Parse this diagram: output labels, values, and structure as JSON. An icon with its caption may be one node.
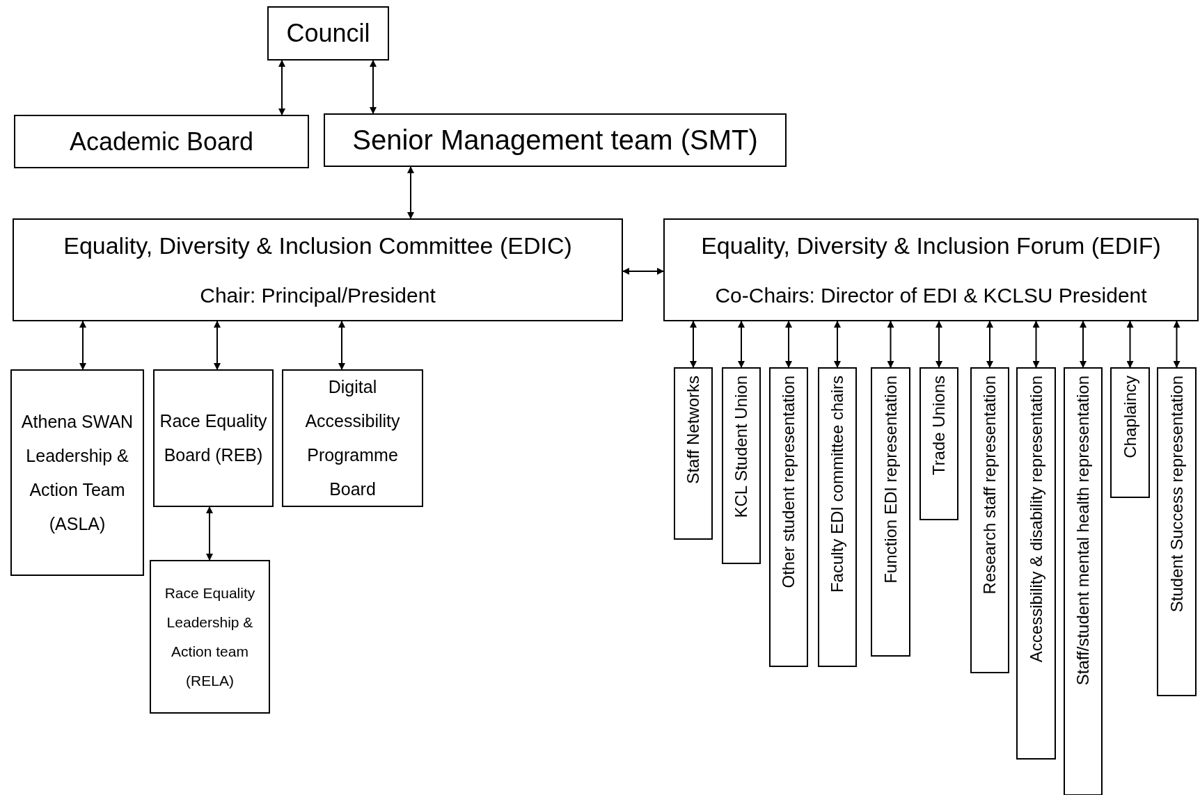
{
  "diagram": {
    "nodes": [
      {
        "text": [
          "Council"
        ]
      },
      {
        "text": [
          "Academic Board"
        ]
      },
      {
        "text": [
          "Senior Management team (SMT)"
        ]
      },
      {
        "text": [
          "Equality, Diversity & Inclusion Committee (EDIC)",
          "Chair: Principal/President"
        ]
      },
      {
        "text": [
          "Equality, Diversity & Inclusion Forum (EDIF)",
          "Co-Chairs: Director of EDI & KCLSU President"
        ]
      },
      {
        "text": [
          "Athena SWAN Leadership & Action Team (ASLA)"
        ]
      },
      {
        "text": [
          "Race Equality Board (REB)"
        ]
      },
      {
        "text": [
          "Digital Accessibility Programme Board"
        ]
      },
      {
        "text": [
          "Race Equality Leadership & Action team (RELA)"
        ]
      },
      {
        "text": [
          "Staff Networks"
        ]
      },
      {
        "text": [
          "KCL Student Union"
        ]
      },
      {
        "text": [
          "Other student representation"
        ]
      },
      {
        "text": [
          "Faculty EDI committee chairs"
        ]
      },
      {
        "text": [
          "Function EDI representation"
        ]
      },
      {
        "text": [
          "Trade Unions"
        ]
      },
      {
        "text": [
          "Research staff representation"
        ]
      },
      {
        "text": [
          "Accessibility & disability representation"
        ]
      },
      {
        "text": [
          "Staff/student mental health representation"
        ]
      },
      {
        "text": [
          "Chaplaincy"
        ]
      },
      {
        "text": [
          "Student Success representation"
        ]
      }
    ],
    "edges": [
      {
        "from": 0,
        "to": 1,
        "arrow": "both"
      },
      {
        "from": 0,
        "to": 2,
        "arrow": "both"
      },
      {
        "from": 2,
        "to": 3,
        "arrow": "both"
      },
      {
        "from": 3,
        "to": 4,
        "arrow": "both"
      },
      {
        "from": 3,
        "to": 5,
        "arrow": "both"
      },
      {
        "from": 3,
        "to": 6,
        "arrow": "both"
      },
      {
        "from": 3,
        "to": 7,
        "arrow": "both"
      },
      {
        "from": 6,
        "to": 8,
        "arrow": "both"
      },
      {
        "from": 4,
        "to": 9,
        "arrow": "both"
      },
      {
        "from": 4,
        "to": 10,
        "arrow": "both"
      },
      {
        "from": 4,
        "to": 11,
        "arrow": "both"
      },
      {
        "from": 4,
        "to": 12,
        "arrow": "both"
      },
      {
        "from": 4,
        "to": 13,
        "arrow": "both"
      },
      {
        "from": 4,
        "to": 14,
        "arrow": "both"
      },
      {
        "from": 4,
        "to": 15,
        "arrow": "both"
      },
      {
        "from": 4,
        "to": 16,
        "arrow": "both"
      },
      {
        "from": 4,
        "to": 17,
        "arrow": "both"
      },
      {
        "from": 4,
        "to": 18,
        "arrow": "both"
      },
      {
        "from": 4,
        "to": 19,
        "arrow": "both"
      }
    ]
  }
}
